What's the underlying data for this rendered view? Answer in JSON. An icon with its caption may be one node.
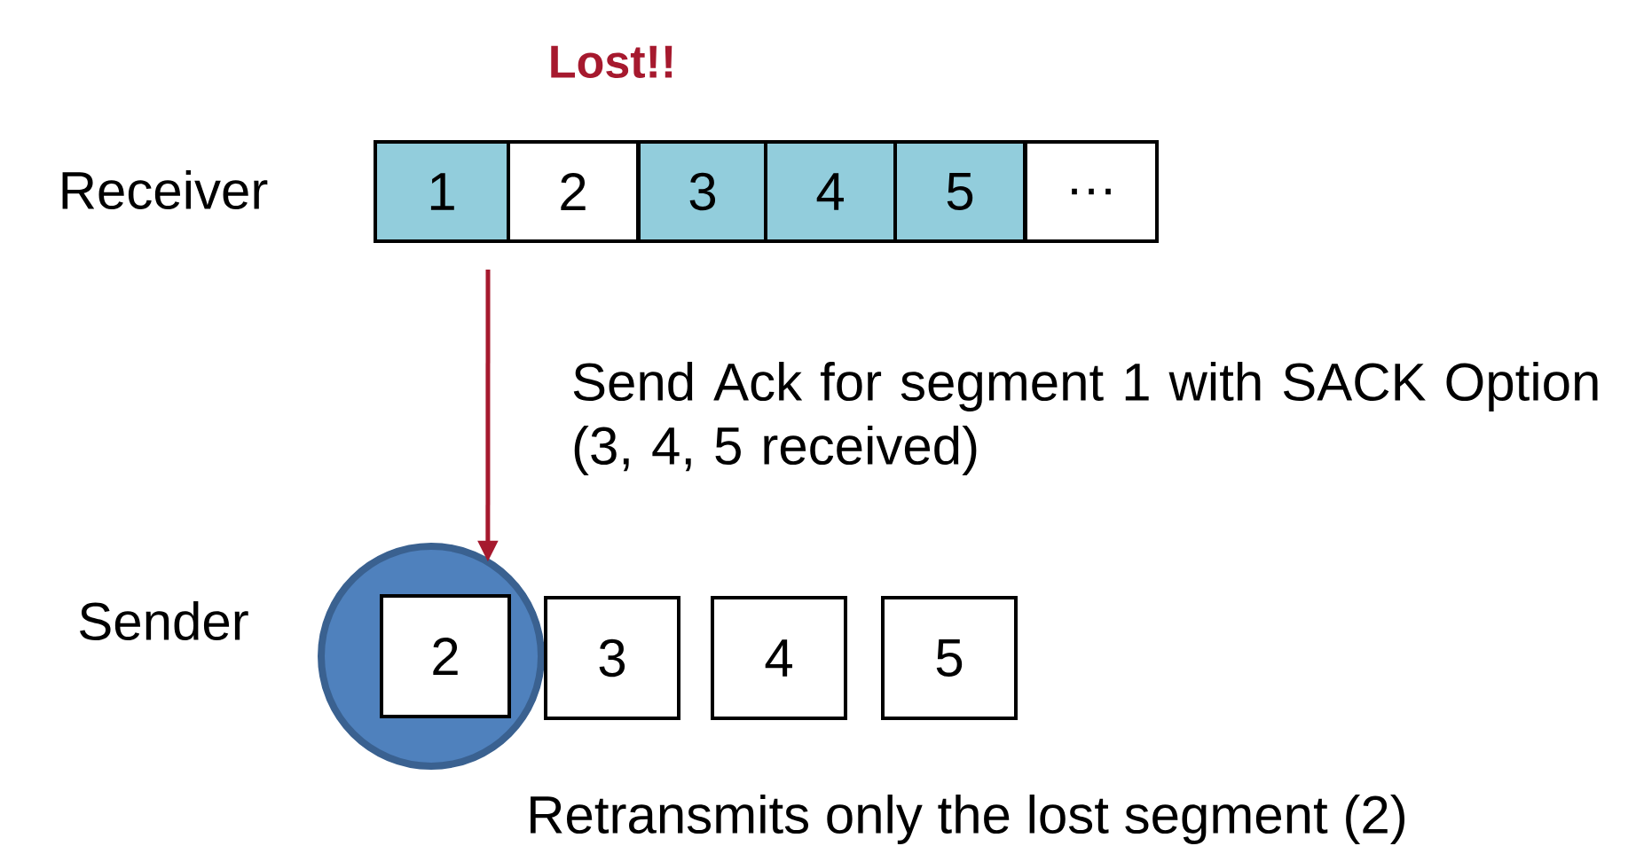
{
  "diagram": {
    "nodes": [
      {
        "text": [
          "1"
        ]
      },
      {
        "text": [
          "2"
        ],
        "beside": [
          "Lost!!"
        ]
      },
      {
        "text": [
          "3"
        ]
      },
      {
        "text": [
          "4"
        ]
      },
      {
        "text": [
          "5"
        ]
      },
      {
        "text": [
          "…"
        ]
      },
      {
        "text": [],
        "shape": "circle"
      },
      {
        "text": [
          "2"
        ],
        "in": 6
      },
      {
        "text": [
          "3"
        ]
      },
      {
        "text": [
          "4"
        ]
      },
      {
        "text": [
          "5"
        ]
      }
    ],
    "edges": [
      {
        "from": 0,
        "to": 6,
        "arrow": "to",
        "label": "Send Ack for segment 1 with SACK Option (3, 4, 5 received)",
        "color": "#a6192e"
      }
    ],
    "labels": [
      "Receiver",
      "Sender",
      "Retransmits only the lost segment (2)"
    ]
  }
}
